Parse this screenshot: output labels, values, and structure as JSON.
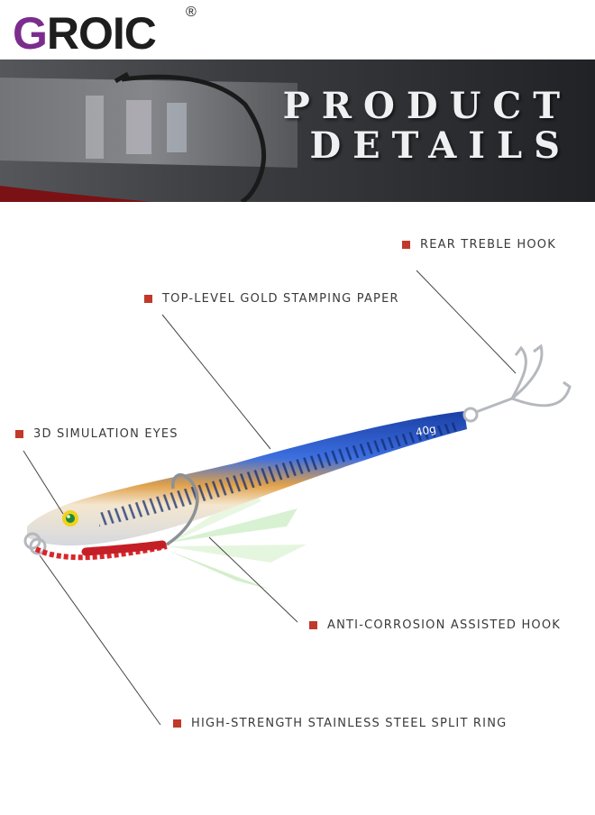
{
  "brand": {
    "logo_first": "G",
    "logo_rest": "ROIC",
    "registered": "®"
  },
  "banner": {
    "line1": "PRODUCT",
    "line2": "DETAILS"
  },
  "product": {
    "weight_label": "40g"
  },
  "callouts": [
    {
      "label": "REAR TREBLE HOOK"
    },
    {
      "label": "TOP-LEVEL GOLD STAMPING PAPER"
    },
    {
      "label": "3D SIMULATION EYES"
    },
    {
      "label": "ANTI-CORROSION ASSISTED HOOK"
    },
    {
      "label": "HIGH-STRENGTH STAINLESS STEEL SPLIT RING"
    }
  ],
  "colors": {
    "accent_square": "#c0392b",
    "logo_g": "#7b2d8e",
    "lure_blue": "#1f4fb8",
    "assist_red": "#d8262d"
  }
}
